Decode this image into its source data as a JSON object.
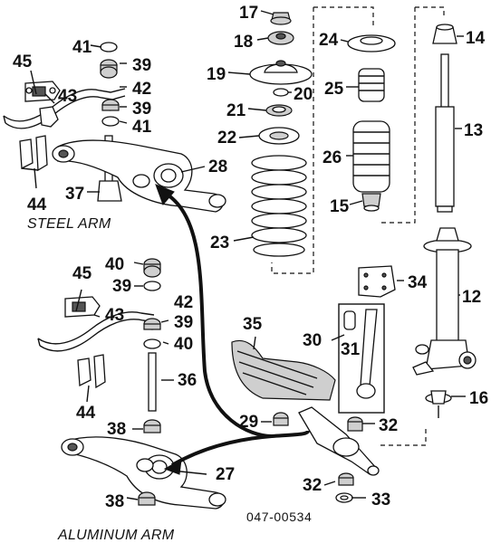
{
  "document_number": "047-00534",
  "captions": {
    "steel_arm": "STEEL ARM",
    "aluminum_arm": "ALUMINUM ARM"
  },
  "part_numbers": {
    "p45a": "45",
    "p41a": "41",
    "p39a": "39",
    "p43a": "43",
    "p42a": "42",
    "p39b": "39",
    "p41b": "41",
    "p44a": "44",
    "p37": "37",
    "p28": "28",
    "p17": "17",
    "p18": "18",
    "p19": "19",
    "p20": "20",
    "p21": "21",
    "p22": "22",
    "p23": "23",
    "p24": "24",
    "p25": "25",
    "p26": "26",
    "p15": "15",
    "p14": "14",
    "p13": "13",
    "p40a": "40",
    "p39c": "39",
    "p45b": "45",
    "p43b": "43",
    "p42b": "42",
    "p39d": "39",
    "p40b": "40",
    "p36": "36",
    "p44b": "44",
    "p38a": "38",
    "p35": "35",
    "p34": "34",
    "p12": "12",
    "p30": "30",
    "p31": "31",
    "p16": "16",
    "p29": "29",
    "p32a": "32",
    "p27": "27",
    "p32b": "32",
    "p33": "33",
    "p38b": "38"
  }
}
